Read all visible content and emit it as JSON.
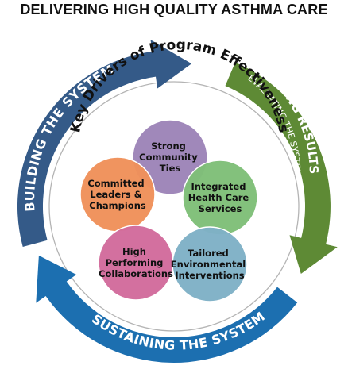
{
  "title": "DELIVERING HIGH QUALITY ASTHMA CARE",
  "center_title": "Key Drivers of Program Effectiveness",
  "cycle": {
    "building": "BUILDING THE SYSTEM",
    "getting": "GETTING RESULTS",
    "evaluating": "EVALUATING THE SYSTEM",
    "sustaining": "SUSTAINING THE SYSTEM"
  },
  "drivers": [
    {
      "lines": [
        "Strong",
        "Community",
        "Ties"
      ],
      "color": "#9d84b8"
    },
    {
      "lines": [
        "Committed",
        "Leaders &",
        "Champions"
      ],
      "color": "#f0915a"
    },
    {
      "lines": [
        "Integrated",
        "Health Care",
        "Services"
      ],
      "color": "#7fbf78"
    },
    {
      "lines": [
        "High",
        "Performing",
        "Collaborations"
      ],
      "color": "#d26b9c"
    },
    {
      "lines": [
        "Tailored",
        "Environmental",
        "Interventions"
      ],
      "color": "#7fb1c6"
    }
  ],
  "colors": {
    "building": "#345a88",
    "getting": "#5e8a35",
    "sustaining": "#1c6fb0"
  }
}
